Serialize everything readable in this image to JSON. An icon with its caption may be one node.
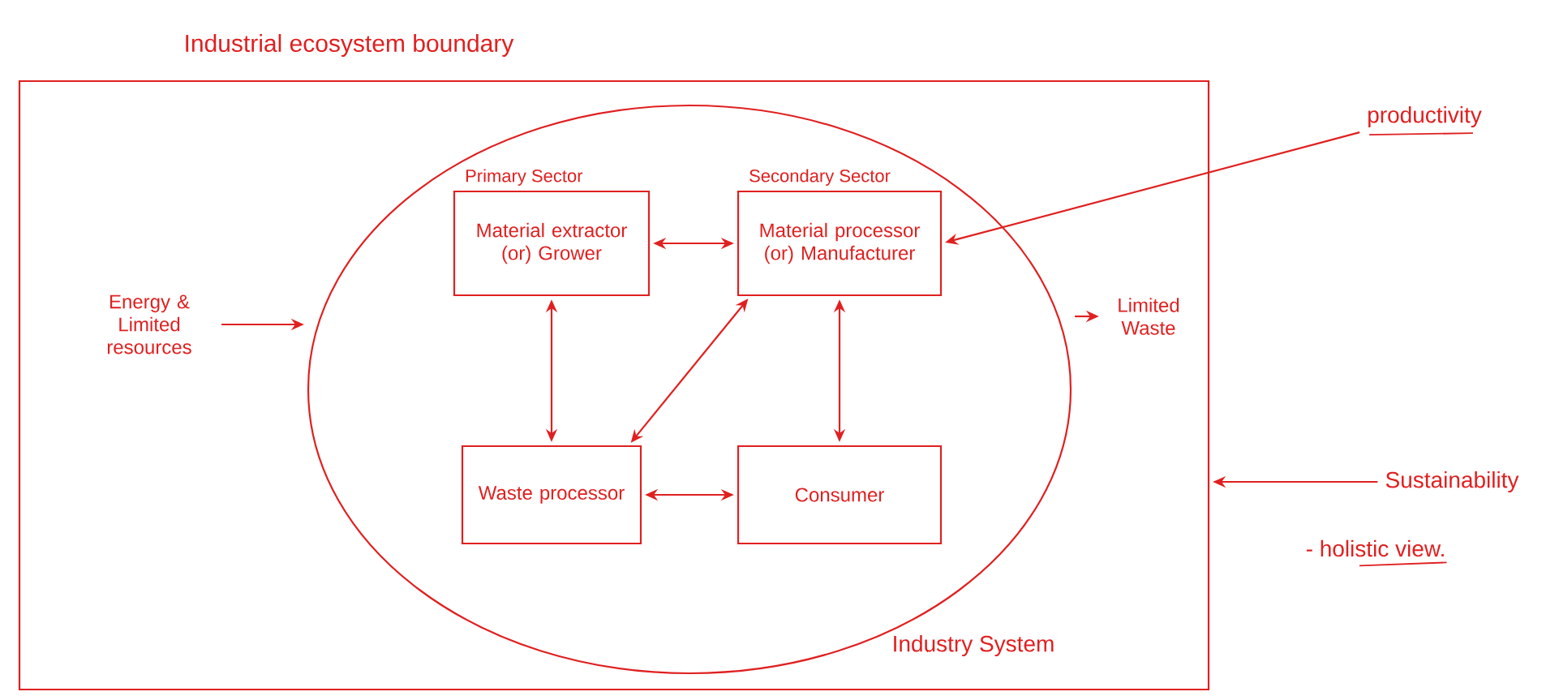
{
  "diagram": {
    "nodes": [
      {
        "text": [
          "Industrial ecosystem boundary"
        ]
      },
      {
        "text": [
          "Industry System"
        ],
        "in": 0
      },
      {
        "text": [
          "Primary Sector",
          "Material extractor (or) Grower"
        ],
        "in": 1
      },
      {
        "text": [
          "Secondary Sector",
          "Material processor (or) Manufacturer"
        ],
        "in": 1
      },
      {
        "text": [
          "Waste processor"
        ],
        "in": 1
      },
      {
        "text": [
          "Consumer"
        ],
        "in": 1
      },
      {
        "text": [
          "Energy & Limited resources"
        ],
        "in": 0
      },
      {
        "text": [
          "Limited Waste"
        ],
        "in": 0
      },
      {
        "text": [
          "productivity"
        ]
      },
      {
        "text": [
          "Sustainability"
        ]
      }
    ],
    "edges": [
      {
        "from": 2,
        "to": 3,
        "arrow": "both"
      },
      {
        "from": 2,
        "to": 4,
        "arrow": "both"
      },
      {
        "from": 3,
        "to": 4,
        "arrow": "both"
      },
      {
        "from": 3,
        "to": 5,
        "arrow": "both"
      },
      {
        "from": 4,
        "to": 5,
        "arrow": "both"
      },
      {
        "from": 6,
        "to": 1,
        "arrow": "to"
      },
      {
        "from": 1,
        "to": 7,
        "arrow": "to"
      },
      {
        "from": 8,
        "to": 3,
        "arrow": "to"
      },
      {
        "from": 9,
        "to": 0,
        "arrow": "to"
      }
    ],
    "labels": [
      "- holistic view."
    ]
  }
}
